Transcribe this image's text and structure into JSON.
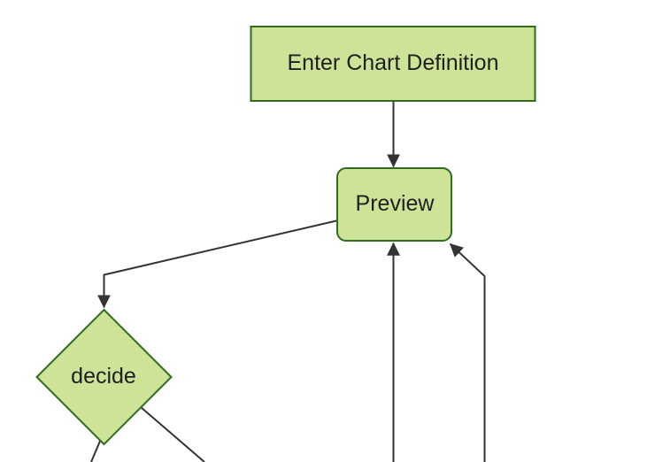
{
  "colors": {
    "background": "#ffffff",
    "node_fill": "#cde498",
    "node_border": "#2f6c1f",
    "edge_line": "#333333",
    "label_text": "#1f1f1f"
  },
  "diagram": {
    "type": "flowchart",
    "direction": "top-down",
    "nodes": [
      {
        "id": "enter-chart-definition",
        "label": "Enter Chart Definition",
        "shape": "rectangle"
      },
      {
        "id": "preview",
        "label": "Preview",
        "shape": "rounded-rectangle"
      },
      {
        "id": "decide",
        "label": "decide",
        "shape": "diamond"
      }
    ],
    "edges": [
      {
        "from": "enter-chart-definition",
        "to": "preview",
        "arrowhead": true
      },
      {
        "from": "preview",
        "to": "decide",
        "arrowhead": true
      },
      {
        "from": "decide",
        "to": "offscreen-bottom-left",
        "arrowhead": false
      },
      {
        "from": "decide",
        "to": "offscreen-bottom",
        "arrowhead": false
      },
      {
        "from": "offscreen-bottom",
        "to": "preview",
        "arrowhead": true
      },
      {
        "from": "offscreen-bottom-right",
        "to": "preview",
        "arrowhead": true
      }
    ]
  }
}
